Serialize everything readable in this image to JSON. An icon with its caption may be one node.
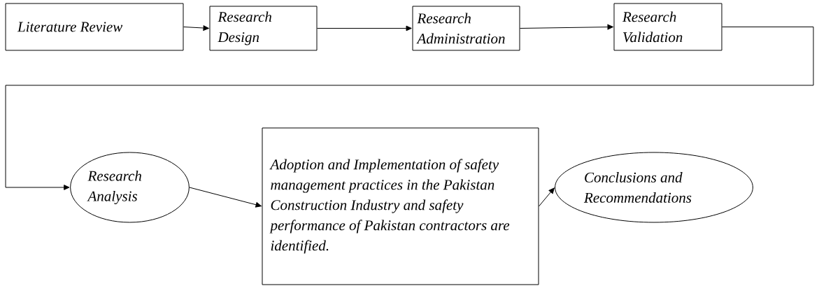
{
  "diagram": {
    "nodes": [
      {
        "text": [
          "Literature Review"
        ]
      },
      {
        "text": [
          "Research Design"
        ]
      },
      {
        "text": [
          "Research Administration"
        ]
      },
      {
        "text": [
          "Research Validation"
        ]
      },
      {
        "text": [
          "Research Analysis"
        ]
      },
      {
        "text": [
          "Adoption and Implementation of safety management practices in the Pakistan Construction Industry and safety performance of Pakistan contractors are identified."
        ]
      },
      {
        "text": [
          "Conclusions and Recommendations"
        ]
      }
    ],
    "edges": [
      {
        "from": 0,
        "to": 1,
        "arrow": "to"
      },
      {
        "from": 1,
        "to": 2,
        "arrow": "to"
      },
      {
        "from": 2,
        "to": 3,
        "arrow": "to"
      },
      {
        "from": 3,
        "to": 4,
        "arrow": "to"
      },
      {
        "from": 4,
        "to": 5,
        "arrow": "to"
      },
      {
        "from": 5,
        "to": 6,
        "arrow": "to"
      }
    ]
  }
}
